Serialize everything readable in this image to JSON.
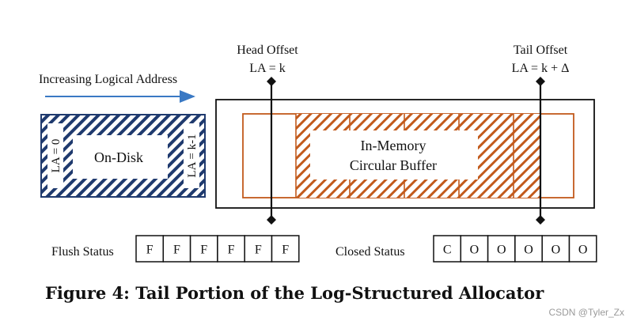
{
  "labels": {
    "increasing": "Increasing Logical Address",
    "head_offset": "Head Offset",
    "head_la": "LA = k",
    "tail_offset": "Tail Offset",
    "tail_la": "LA = k + Δ",
    "on_disk": "On-Disk",
    "la_zero": "LA = 0",
    "la_k_minus_1": "LA = k-1",
    "buffer_line1": "In-Memory",
    "buffer_line2": "Circular Buffer",
    "flush_status": "Flush Status",
    "closed_status": "Closed Status"
  },
  "flush_cells": [
    "F",
    "F",
    "F",
    "F",
    "F",
    "F"
  ],
  "closed_cells": [
    "C",
    "O",
    "O",
    "O",
    "O",
    "O"
  ],
  "caption": "Figure 4: Tail Portion of the Log-Structured Allocator",
  "watermark": "CSDN @Tyler_Zx",
  "colors": {
    "disk_hatch": "#1f3a6e",
    "buffer_hatch": "#c25a1c",
    "arrow": "#3a79c4",
    "line": "#111111"
  }
}
